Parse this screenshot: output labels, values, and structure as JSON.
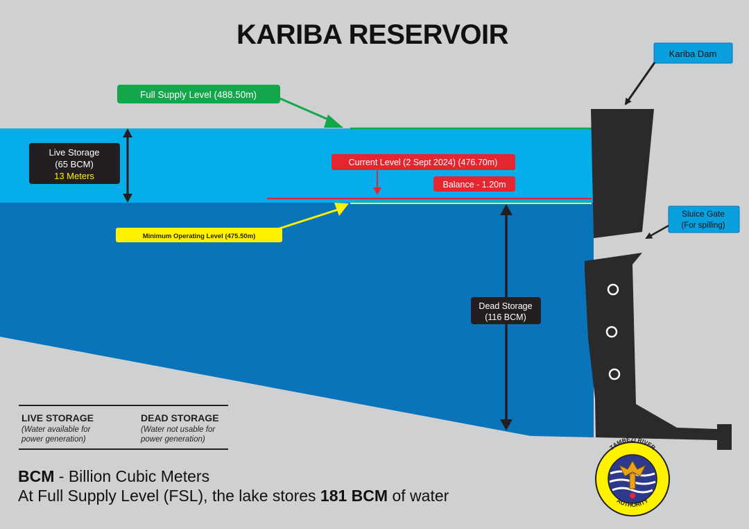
{
  "title": "KARIBA RESERVOIR",
  "colors": {
    "background": "#cfd0d2",
    "live_storage_water": "#05aeea",
    "dead_storage_water": "#0a74ba",
    "dam": "#2a2a2c",
    "green_label": "#13a64a",
    "red_label": "#e52631",
    "yellow_label": "#fff200",
    "blue_label": "#0aa0dd",
    "dark_box": "#231f20"
  },
  "labels": {
    "kariba_dam": "Kariba Dam",
    "full_supply_level": "Full Supply Level (488.50m)",
    "live_storage": {
      "line1": "Live Storage",
      "line2": "(65 BCM)",
      "line3": "13 Meters"
    },
    "current_level": "Current Level (2 Sept 2024) (476.70m)",
    "balance": "Balance - 1.20m",
    "sluice_gate": {
      "line1": "Sluice Gate",
      "line2": "(For spilling)"
    },
    "minimum_operating_level": "Minimum Operating Level (475.50m)",
    "dead_storage": {
      "line1": "Dead Storage",
      "line2": "(116 BCM)"
    }
  },
  "levels": {
    "full_supply_m": 488.5,
    "current_m": 476.7,
    "minimum_operating_m": 475.5
  },
  "legend": {
    "live": {
      "heading": "LIVE STORAGE",
      "line1": "(Water available for",
      "line2": "power generation)"
    },
    "dead": {
      "heading": "DEAD STORAGE",
      "line1": "(Water not usable for",
      "line2": "power generation)"
    }
  },
  "footer": {
    "bcm_abbr": "BCM",
    "bcm_def": " - Billion Cubic Meters",
    "fsl_pre": "At Full Supply Level (FSL), the lake stores ",
    "fsl_bold": "181 BCM",
    "fsl_post": " of water"
  },
  "logo": {
    "top_text": "ZAMBEZI RIVER",
    "bottom_text": "AUTHORITY"
  }
}
